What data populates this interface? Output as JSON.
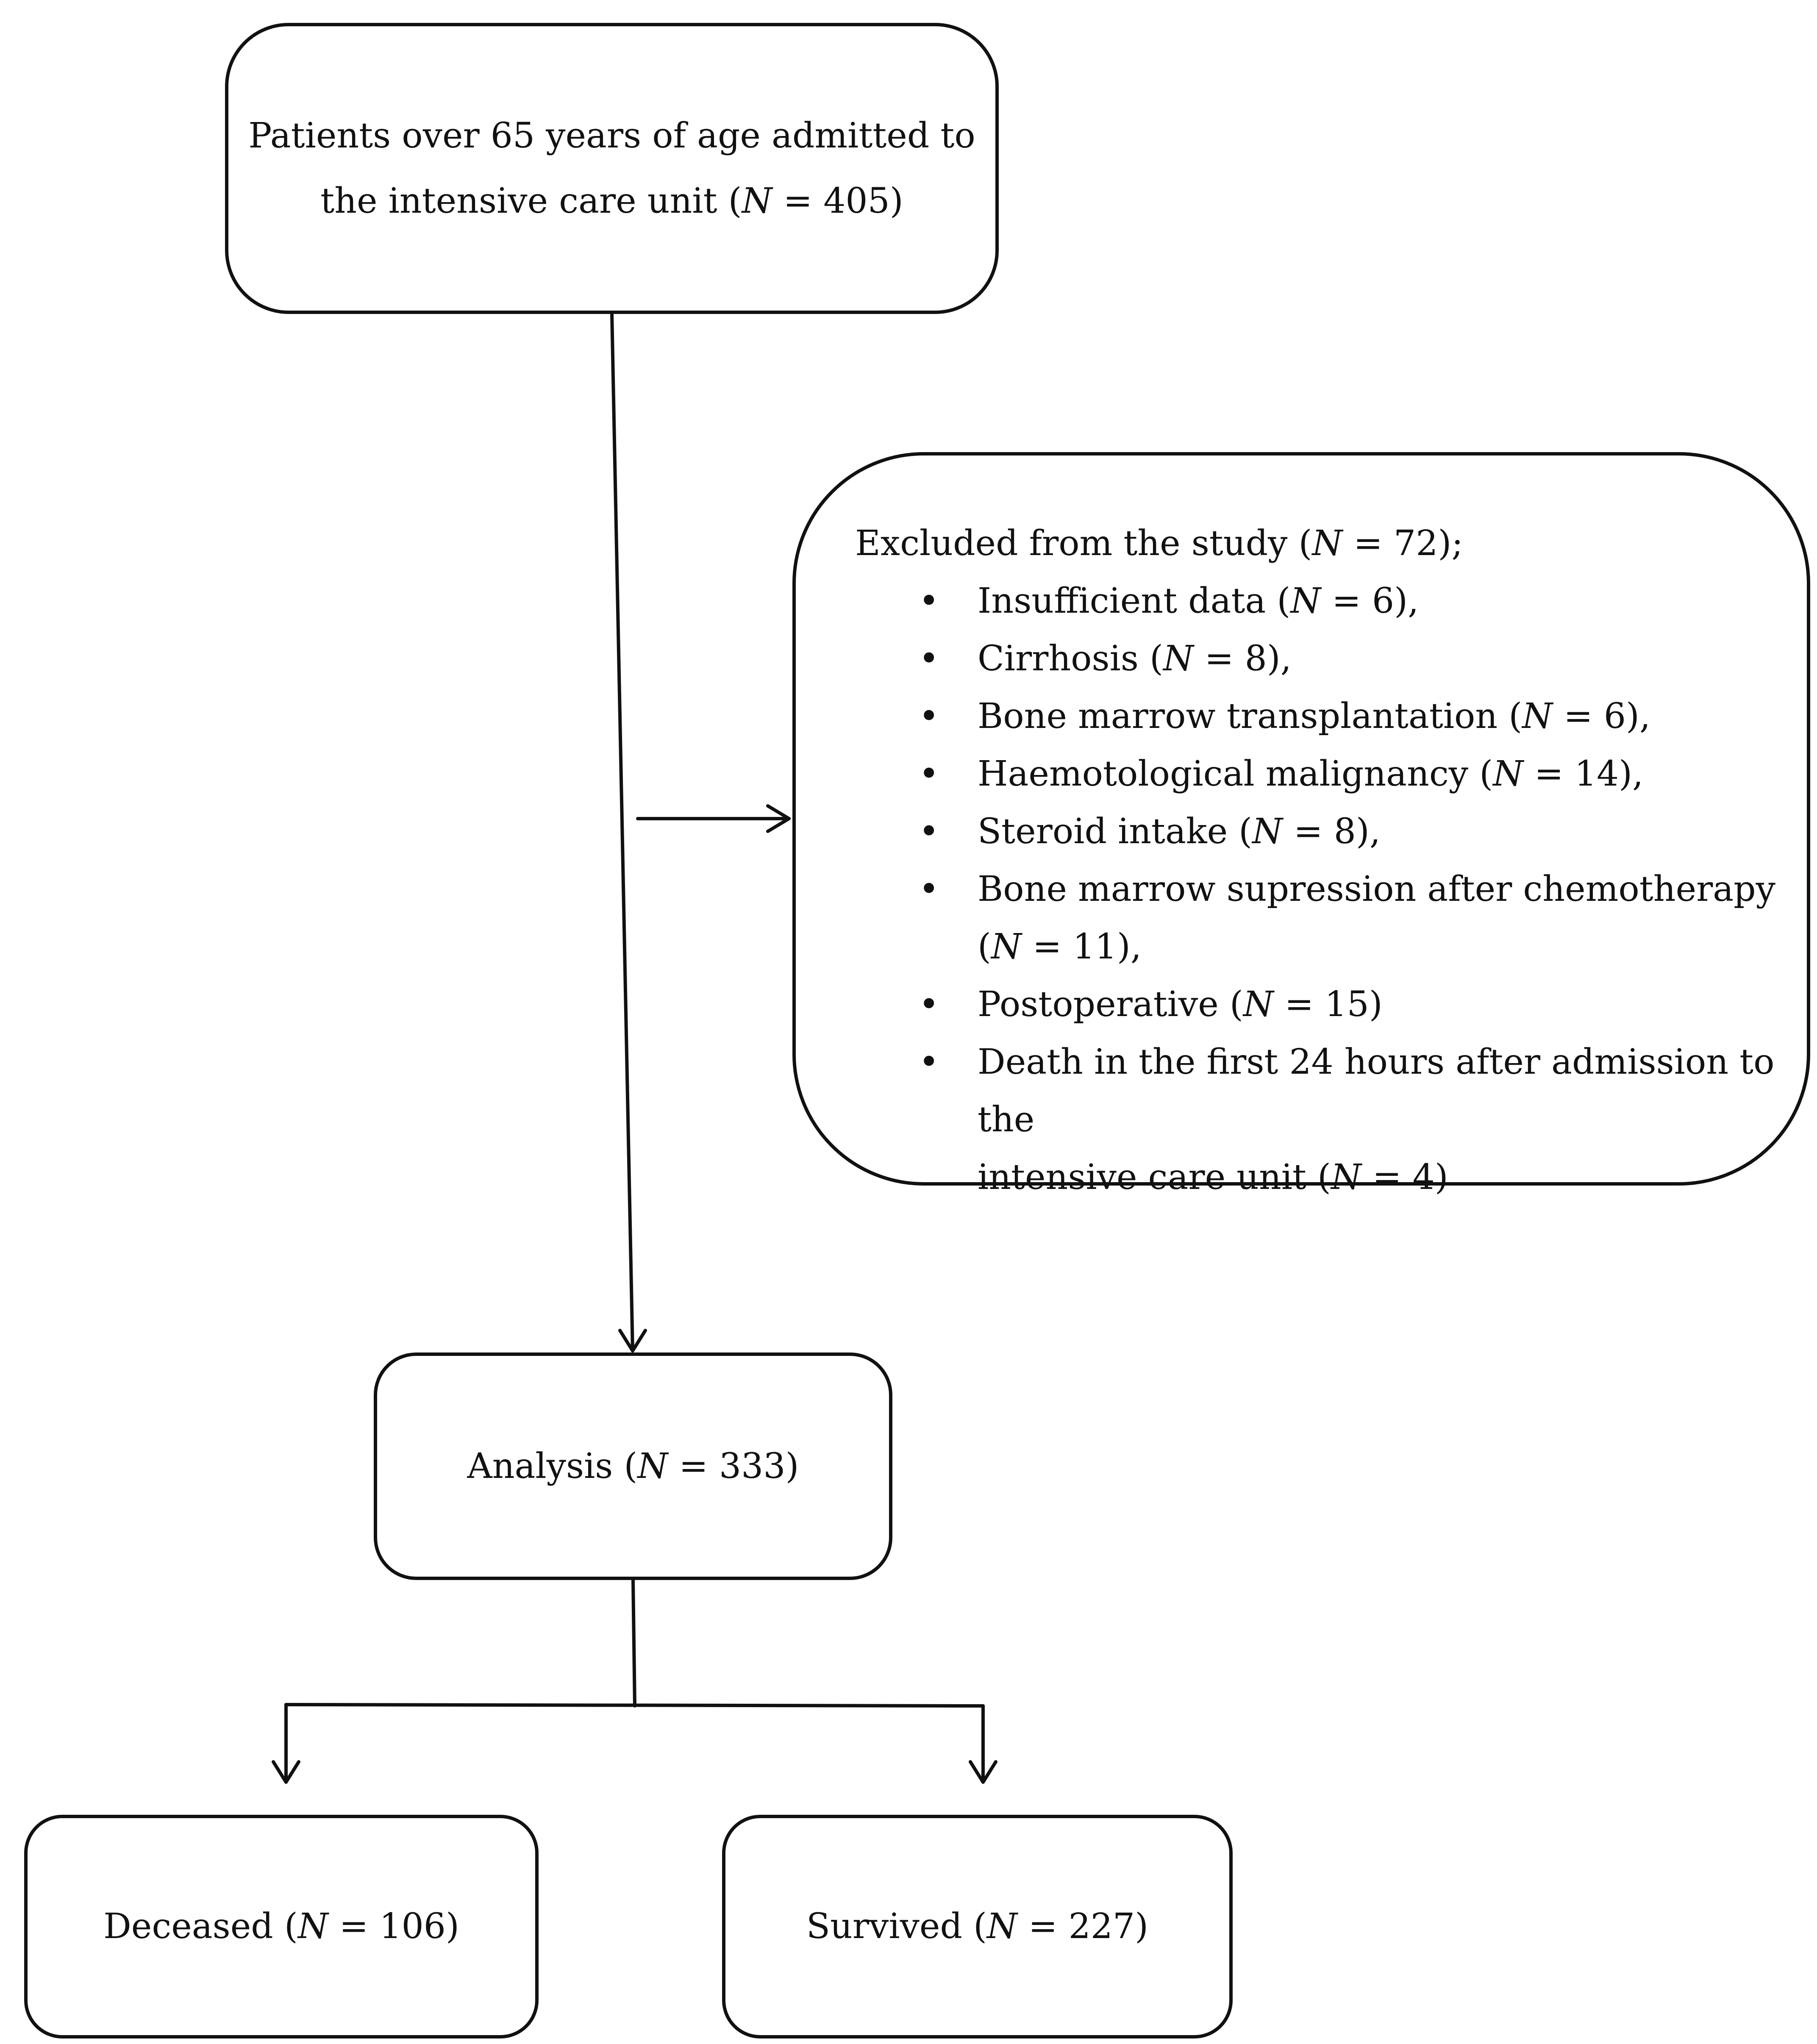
{
  "nodes": {
    "patients": {
      "line1": "Patients over 65 years of age admitted to",
      "line2_prefix": "the intensive care unit (",
      "n_symbol": "N",
      "line2_suffix": " = 405)"
    },
    "excluded": {
      "heading_prefix": "Excluded from the study (",
      "n_symbol": "N",
      "heading_suffix": " = 72);",
      "bullet_char": "•",
      "items": [
        {
          "prefix": "Insufficient data (",
          "n": "N",
          "suffix": " = 6),"
        },
        {
          "prefix": "Cirrhosis (",
          "n": "N",
          "suffix": " = 8),"
        },
        {
          "prefix": "Bone marrow transplantation (",
          "n": "N",
          "suffix": " = 6),"
        },
        {
          "prefix": "Haemotological malignancy (",
          "n": "N",
          "suffix": " = 14),"
        },
        {
          "prefix": "Steroid intake (",
          "n": "N",
          "suffix": " = 8),"
        },
        {
          "line1": "Bone marrow supression after chemotherapy",
          "prefix": "(",
          "n": "N",
          "suffix": " = 11),"
        },
        {
          "prefix": "Postoperative (",
          "n": "N",
          "suffix": " = 15)"
        },
        {
          "line1": "Death in the first 24 hours after admission to the",
          "prefix": "intensive care unit (",
          "n": "N",
          "suffix": " = 4)"
        }
      ]
    },
    "analysis": {
      "prefix": "Analysis (",
      "n_symbol": "N",
      "suffix": " = 333)"
    },
    "deceased": {
      "prefix": "Deceased (",
      "n_symbol": "N",
      "suffix": " = 106)"
    },
    "survived": {
      "prefix": "Survived (",
      "n_symbol": "N",
      "suffix": " = 227)"
    }
  },
  "colors": {
    "stroke": "#111111",
    "background": "#ffffff"
  }
}
